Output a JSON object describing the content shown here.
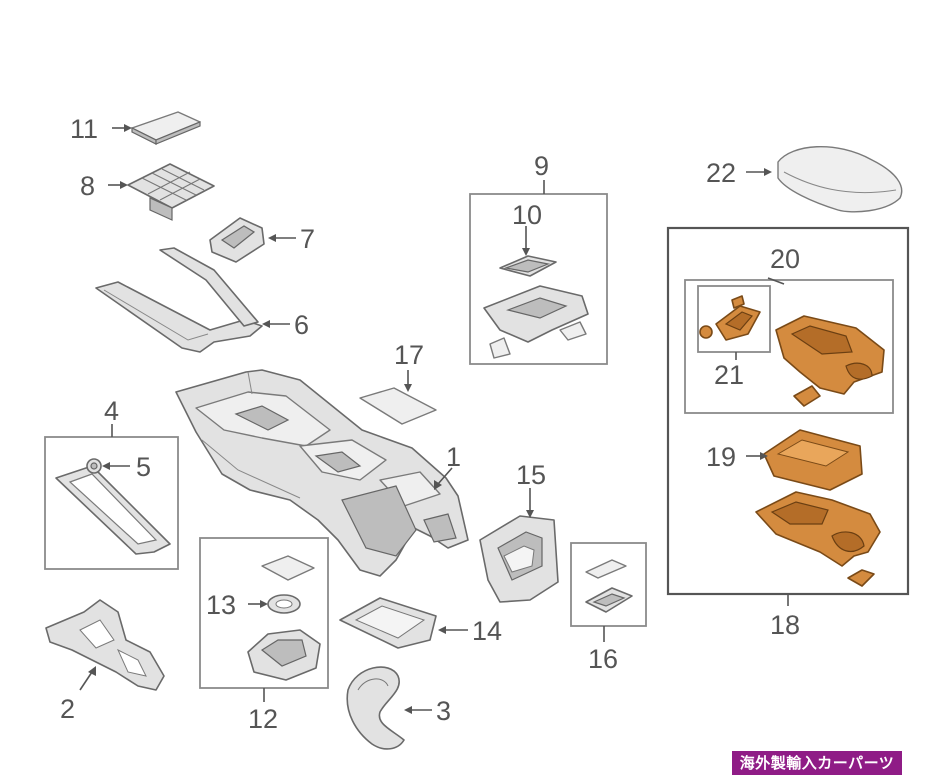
{
  "diagram": {
    "callouts": [
      "1",
      "2",
      "3",
      "4",
      "5",
      "6",
      "7",
      "8",
      "9",
      "10",
      "11",
      "12",
      "13",
      "14",
      "15",
      "16",
      "17",
      "18",
      "19",
      "20",
      "21",
      "22"
    ],
    "colors": {
      "line": "#555555",
      "part_fill": "#e2e2e2",
      "highlight_fill": "#d48b3f",
      "watermark_bg": "#8f1c86"
    }
  },
  "watermark": {
    "text": "海外製輸入カーパーツ"
  }
}
